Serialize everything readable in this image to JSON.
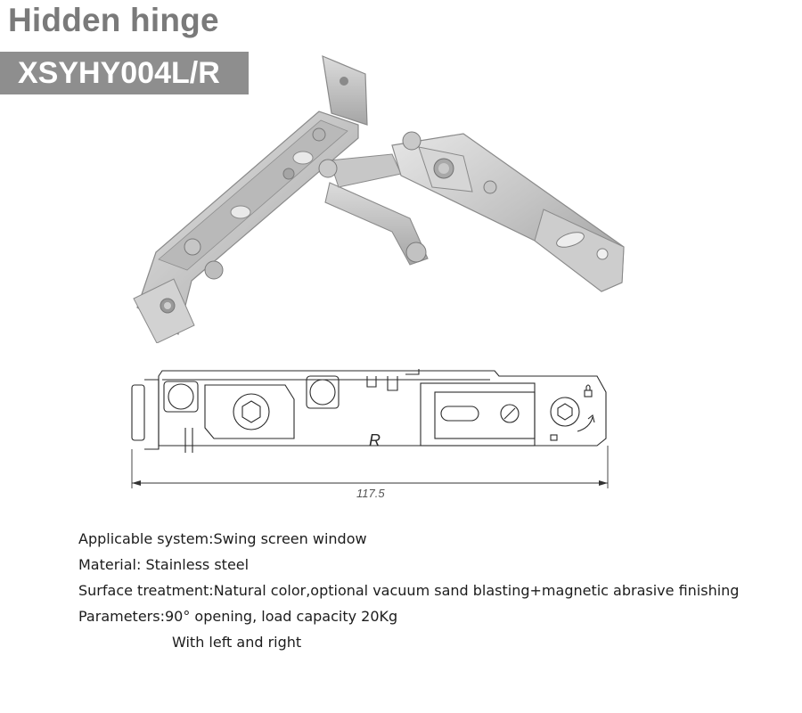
{
  "header": {
    "title": "Hidden hinge",
    "model": "XSYHY004L/R"
  },
  "drawing": {
    "dimension": "117.5",
    "side_mark": "R"
  },
  "specs": [
    "Applicable system:Swing screen window",
    "Material: Stainless steel",
    "Surface treatment:Natural color,optional vacuum sand blasting+magnetic abrasive finishing",
    "Parameters:90° opening, load capacity 20Kg",
    "With left and right"
  ]
}
